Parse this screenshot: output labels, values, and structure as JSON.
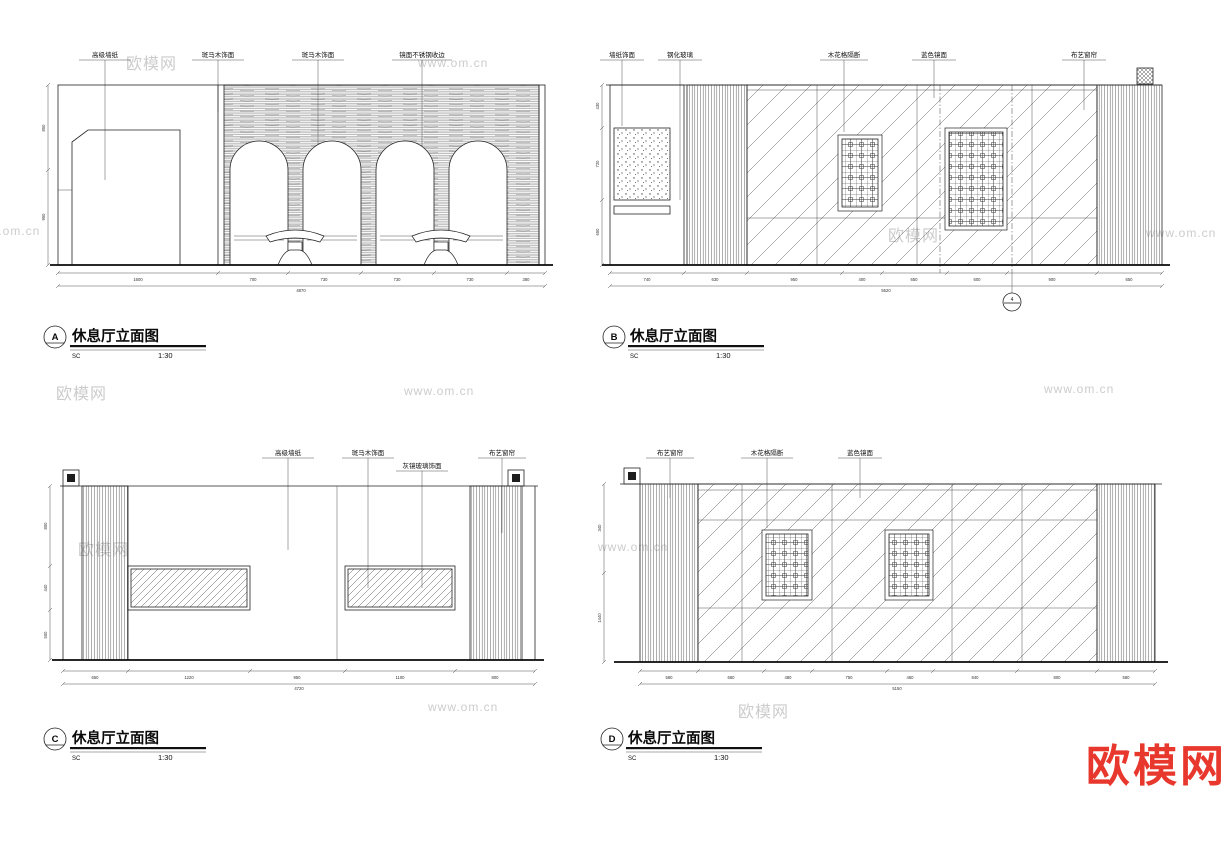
{
  "colors": {
    "line": "#222222",
    "watermark": "#cccccc",
    "logo_red": "#e8372c"
  },
  "logo": {
    "text": "欧模网"
  },
  "watermarks": [
    {
      "text": "欧模网"
    },
    {
      "text": "www.om.cn"
    },
    {
      "text": "欧模网"
    },
    {
      "text": "www.om.cn"
    },
    {
      "text": "欧模网"
    },
    {
      "text": "www.om.cn"
    },
    {
      "text": "www.om.cn"
    },
    {
      "text": "欧模网"
    },
    {
      "text": "www.om.cn"
    },
    {
      "text": "www.om.cn"
    },
    {
      "text": "欧模网"
    },
    {
      "text": "www.om.cn"
    }
  ],
  "panels": {
    "a": {
      "marker": "A",
      "title": "休息厅立面图",
      "scale_prefix": "SC",
      "scale": "1:30",
      "labels": {
        "l1": "高级墙纸",
        "l2": "斑马木饰面",
        "l3": "斑马木饰面",
        "l4": "镜面不锈钢收边"
      },
      "dims": {
        "segments": [
          "1600",
          "700",
          "730",
          "730",
          "730",
          "380"
        ],
        "total": "4870",
        "heights": [
          "850",
          "950"
        ]
      }
    },
    "b": {
      "marker": "B",
      "title": "休息厅立面图",
      "scale_prefix": "SC",
      "scale": "1:30",
      "labels": {
        "l1": "墙纸饰面",
        "l2": "钢化玻璃",
        "l3": "木花格隔断",
        "l4": "蓝色镜面",
        "l5": "布艺窗帘"
      },
      "detail_marker": {
        "number": "4"
      },
      "dims": {
        "segments": [
          "740",
          "630",
          "950",
          "400",
          "650",
          "600",
          "900",
          "650"
        ],
        "total": "5520",
        "heights": [
          "430",
          "720",
          "650"
        ]
      }
    },
    "c": {
      "marker": "C",
      "title": "休息厅立面图",
      "scale_prefix": "SC",
      "scale": "1:30",
      "labels": {
        "l1": "高级墙纸",
        "l2": "斑马木饰面",
        "l3": "灰镜玻璃饰面",
        "l4": "布艺窗帘"
      },
      "dims": {
        "segments": [
          "650",
          "1220",
          "950",
          "1100",
          "800"
        ],
        "total": "4720",
        "heights": [
          "800",
          "440",
          "500"
        ]
      }
    },
    "d": {
      "marker": "D",
      "title": "休息厅立面图",
      "scale_prefix": "SC",
      "scale": "1:30",
      "labels": {
        "l1": "布艺窗帘",
        "l2": "木花格隔断",
        "l3": "蓝色镜面"
      },
      "dims": {
        "segments": [
          "580",
          "660",
          "480",
          "750",
          "460",
          "840",
          "800",
          "580"
        ],
        "total": "5150",
        "heights": [
          "340",
          "1440"
        ]
      }
    }
  }
}
